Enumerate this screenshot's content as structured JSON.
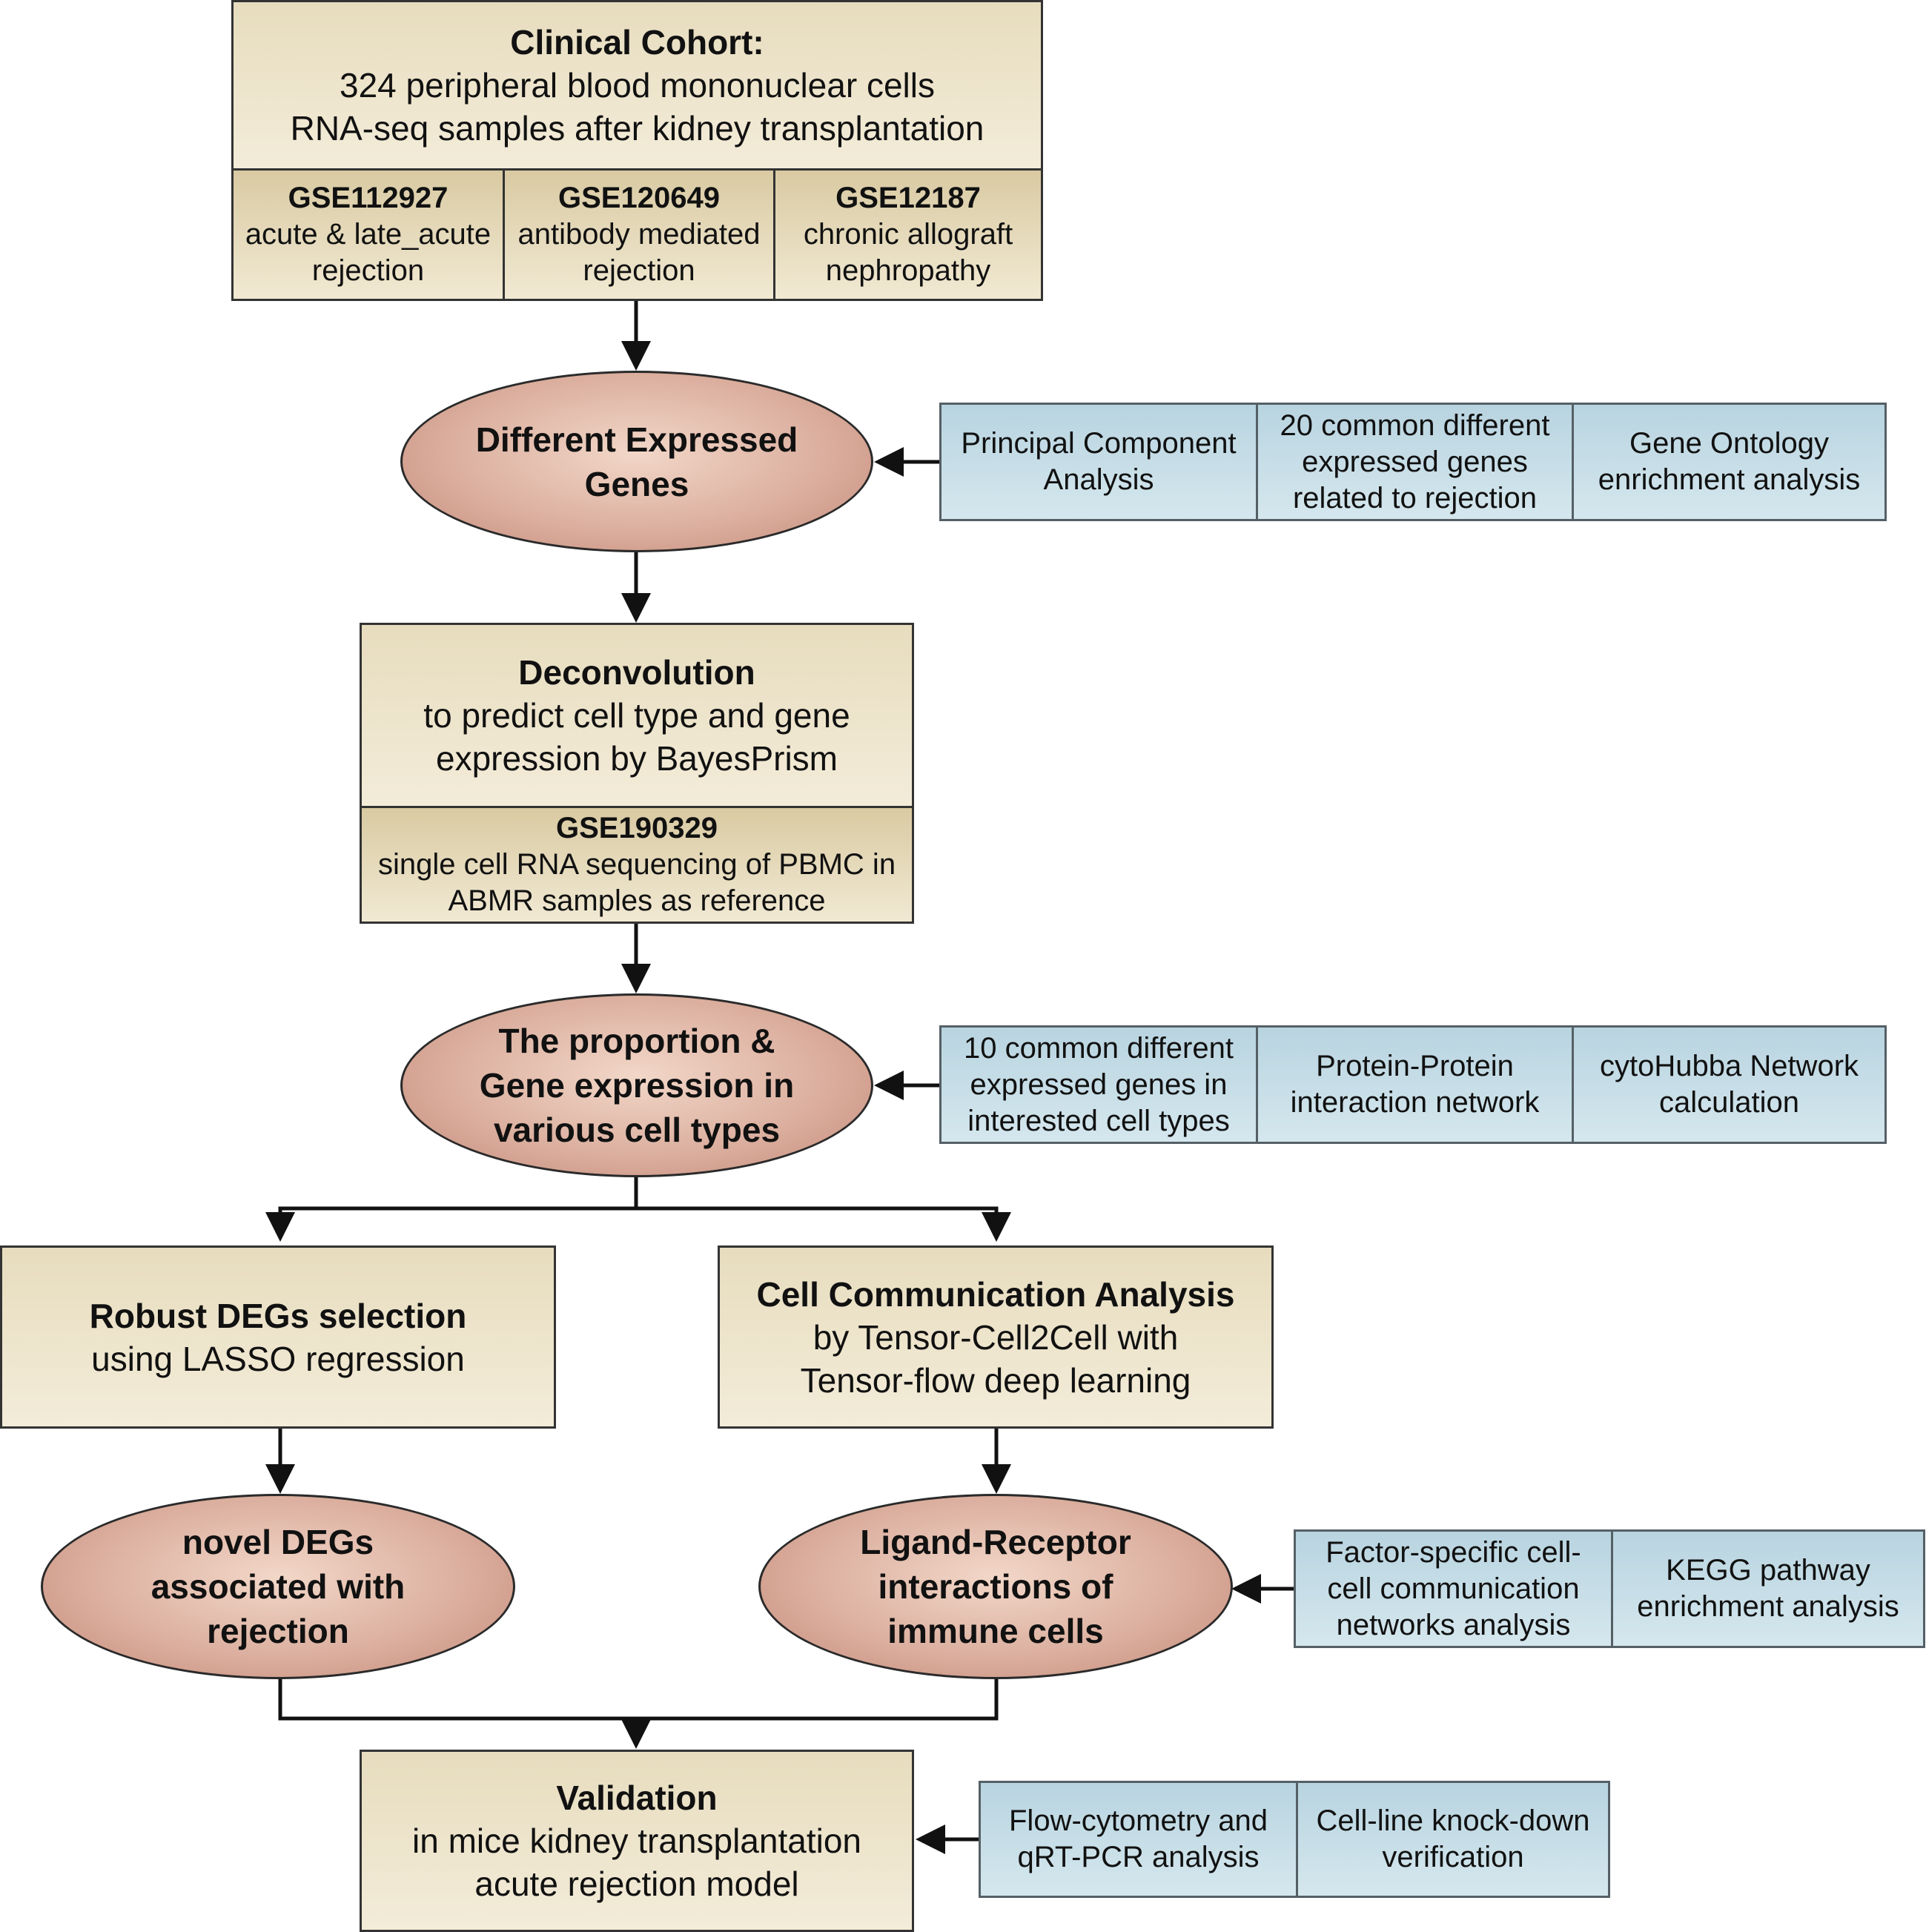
{
  "cohort": {
    "title": "Clinical Cohort:",
    "line1": "324 peripheral blood mononuclear cells",
    "line2": "RNA-seq samples after kidney transplantation",
    "datasets": [
      {
        "id": "GSE112927",
        "line1": "acute & late_acute",
        "line2": "rejection"
      },
      {
        "id": "GSE120649",
        "line1": "antibody mediated",
        "line2": "rejection"
      },
      {
        "id": "GSE12187",
        "line1": "chronic allograft",
        "line2": "nephropathy"
      }
    ]
  },
  "deg": {
    "line1": "Different Expressed",
    "line2": "Genes",
    "side": [
      {
        "lines": [
          "Principal Component",
          "Analysis"
        ]
      },
      {
        "lines": [
          "20 common different",
          "expressed genes",
          "related to rejection"
        ]
      },
      {
        "lines": [
          "Gene Ontology",
          "enrichment analysis"
        ]
      }
    ]
  },
  "deconvolution": {
    "title": "Deconvolution",
    "line1": "to predict cell type and gene",
    "line2": "expression by BayesPrism",
    "ref_id": "GSE190329",
    "ref_line1": "single cell RNA sequencing of PBMC in",
    "ref_line2": "ABMR samples as reference"
  },
  "proportion": {
    "line1": "The proportion &",
    "line2": "Gene expression in",
    "line3": "various cell types",
    "side": [
      {
        "lines": [
          "10 common different",
          "expressed genes in",
          "interested cell types"
        ]
      },
      {
        "lines": [
          "Protein-Protein",
          "interaction network"
        ]
      },
      {
        "lines": [
          "cytoHubba Network",
          "calculation"
        ]
      }
    ]
  },
  "robust": {
    "title": "Robust DEGs selection",
    "line1": "using LASSO regression"
  },
  "comm": {
    "title": "Cell Communication Analysis",
    "line1": "by Tensor-Cell2Cell with",
    "line2": "Tensor-flow deep learning"
  },
  "novel": {
    "line1": "novel DEGs",
    "line2": "associated with",
    "line3": "rejection"
  },
  "ligand": {
    "line1": "Ligand-Receptor",
    "line2": "interactions of",
    "line3": "immune cells",
    "side": [
      {
        "lines": [
          "Factor-specific cell-",
          "cell communication",
          "networks analysis"
        ]
      },
      {
        "lines": [
          "KEGG pathway",
          "enrichment analysis"
        ]
      }
    ]
  },
  "validation": {
    "title": "Validation",
    "line1": "in mice kidney transplantation",
    "line2": "acute rejection model",
    "side": [
      {
        "lines": [
          "Flow-cytometry and",
          "qRT-PCR analysis"
        ]
      },
      {
        "lines": [
          "Cell-line knock-down",
          "verification"
        ]
      }
    ]
  },
  "colors": {
    "tan": "#ede3c9",
    "blue": "#c6dde7",
    "ellipse": "#d4a493",
    "stroke": "#111111"
  }
}
